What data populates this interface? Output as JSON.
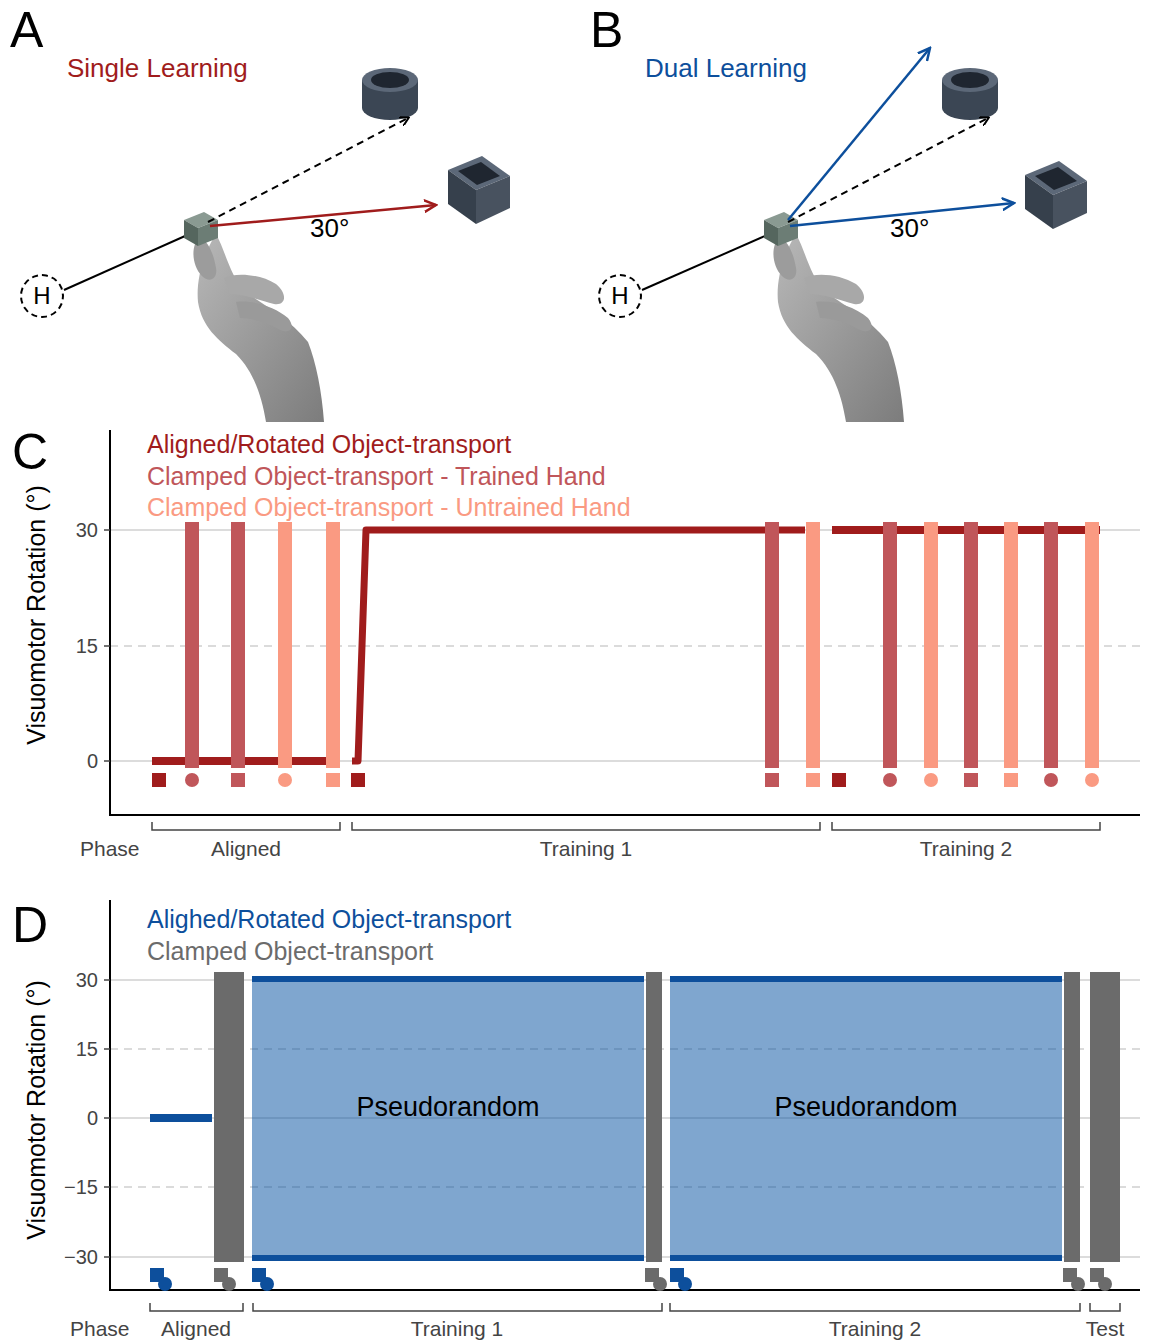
{
  "diagram": {
    "nodes": [
      {
        "text": [
          "H"
        ]
      },
      {
        "text": [
          "H"
        ]
      },
      {
        "text": [
          "Pseudorandom"
        ]
      },
      {
        "text": [
          "Pseudorandom"
        ]
      }
    ],
    "labels": [
      "A",
      "Single Learning",
      "30°",
      "B",
      "Dual Learning",
      "30°",
      "C",
      "Aligned/Rotated Object-transport",
      "Clamped Object-transport - Trained Hand",
      "Clamped Object-transport - Untrained Hand",
      "30",
      "15",
      "0",
      "Visuomotor Rotation (°)",
      "Phase",
      "Aligned",
      "Training 1",
      "Training 2",
      "D",
      "Alighed/Rotated Object-transport",
      "Clamped Object-transport",
      "30",
      "15",
      "0",
      "−15",
      "−30",
      "Visuomotor Rotation (°)",
      "Phase",
      "Aligned",
      "Training 1",
      "Training 2",
      "Test"
    ]
  }
}
